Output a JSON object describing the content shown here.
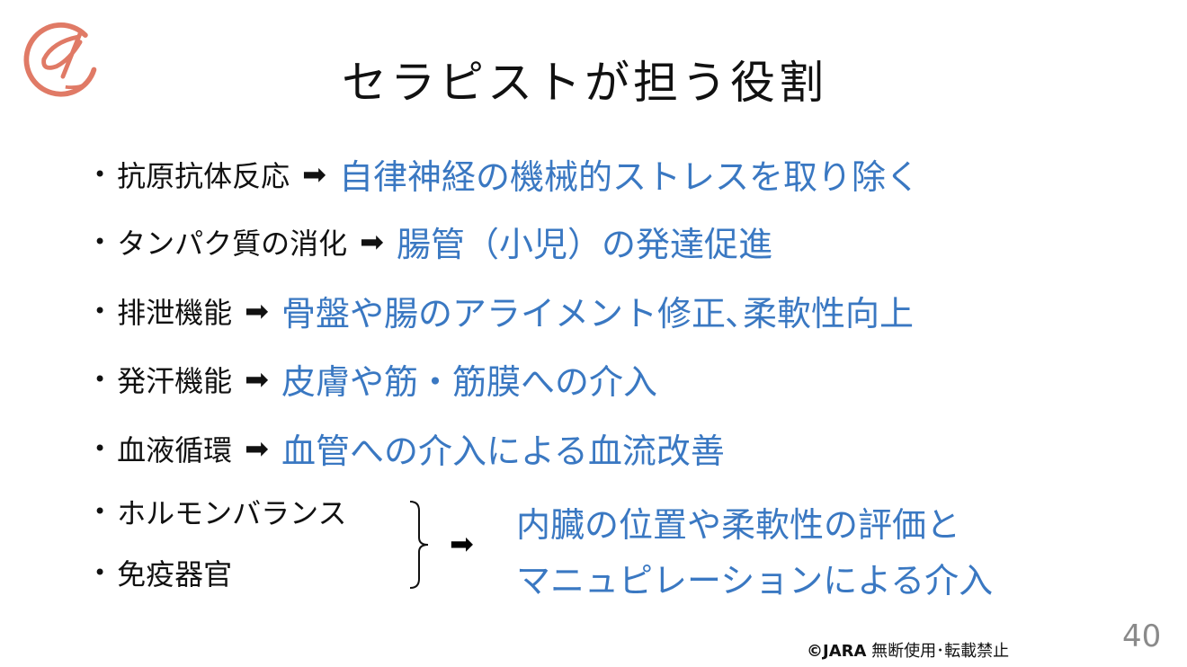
{
  "logo": {
    "name": "JARA logo",
    "color": "#e07a66"
  },
  "title": "セラピストが担う役割",
  "arrow_symbol": "➡",
  "bullet_symbol": "•",
  "rows": [
    {
      "term": "抗原抗体反応",
      "desc": "自律神経の機械的ストレスを取り除く"
    },
    {
      "term": "タンパク質の消化",
      "desc": "腸管（小児）の発達促進"
    },
    {
      "term": "排泄機能",
      "desc": "骨盤や腸のアライメント修正､柔軟性向上"
    },
    {
      "term": "発汗機能",
      "desc": "皮膚や筋・筋膜への介入"
    },
    {
      "term": "血液循環",
      "desc": "血管への介入による血流改善"
    }
  ],
  "group": {
    "terms": [
      "ホルモンバランス",
      "免疫器官"
    ],
    "desc_lines": [
      "内臓の位置や柔軟性の評価と",
      "マニュピレーションによる介入"
    ]
  },
  "footer": {
    "brand": "©JARA",
    "notice": "無断使用･転載禁止",
    "page_number": "40"
  },
  "colors": {
    "accent": "#3a78c2",
    "text": "#111111"
  }
}
